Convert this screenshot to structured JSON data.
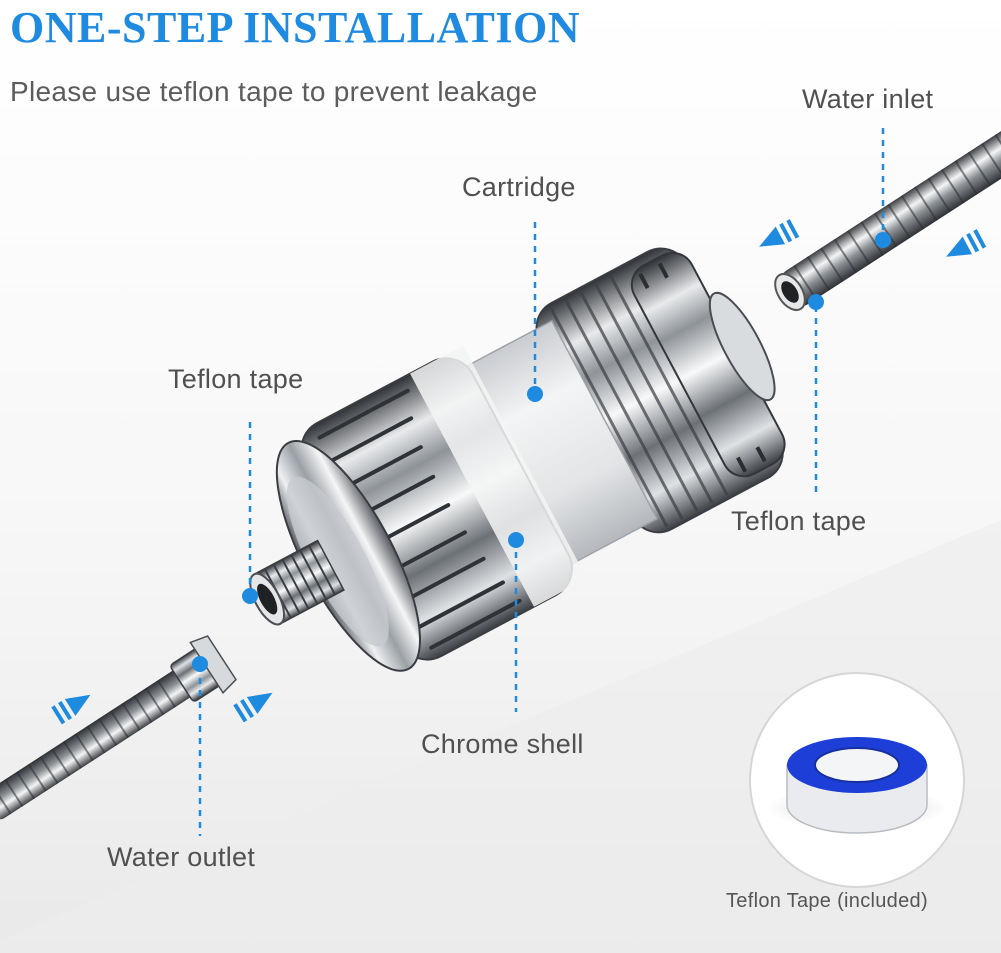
{
  "header": {
    "title": "ONE-STEP INSTALLATION",
    "subtitle": "Please use teflon tape to prevent leakage"
  },
  "labels": {
    "water_inlet": "Water inlet",
    "cartridge": "Cartridge",
    "teflon_tape_left": "Teflon tape",
    "teflon_tape_right": "Teflon tape",
    "chrome_shell": "Chrome shell",
    "water_outlet": "Water outlet"
  },
  "inset": {
    "caption": "Teflon Tape (included)"
  },
  "colors": {
    "accent": "#1e8be0",
    "tape_blue": "#1d3fd8",
    "chrome_dark": "#3a3d42",
    "chrome_light": "#f2f4f6"
  }
}
